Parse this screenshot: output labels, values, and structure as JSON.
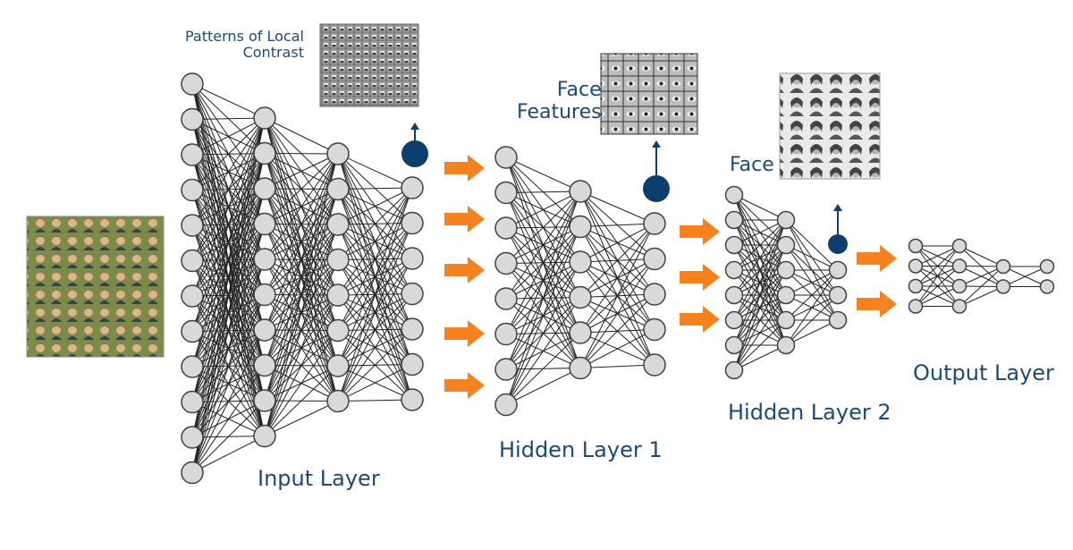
{
  "labels": {
    "input_layer": "Input Layer",
    "hidden_layer_1": "Hidden Layer 1",
    "hidden_layer_2": "Hidden Layer 2",
    "output_layer": "Output Layer",
    "patterns_line1": "Patterns of Local",
    "patterns_line2": "Contrast",
    "features_line1": "Face",
    "features_line2": "Features",
    "face": "Face"
  },
  "colors": {
    "node_fill": "#d9d9d9",
    "node_stroke": "#404040",
    "edge": "#222222",
    "highlight": "#0d3f6e",
    "arrow": "#f5821f",
    "text": "#1c4a78"
  },
  "images": {
    "input_photo_grid": "grid of face photos",
    "contrast_filters": "patterns of local contrast filters",
    "feature_filters": "face feature filters",
    "face_images": "grayscale face images"
  }
}
